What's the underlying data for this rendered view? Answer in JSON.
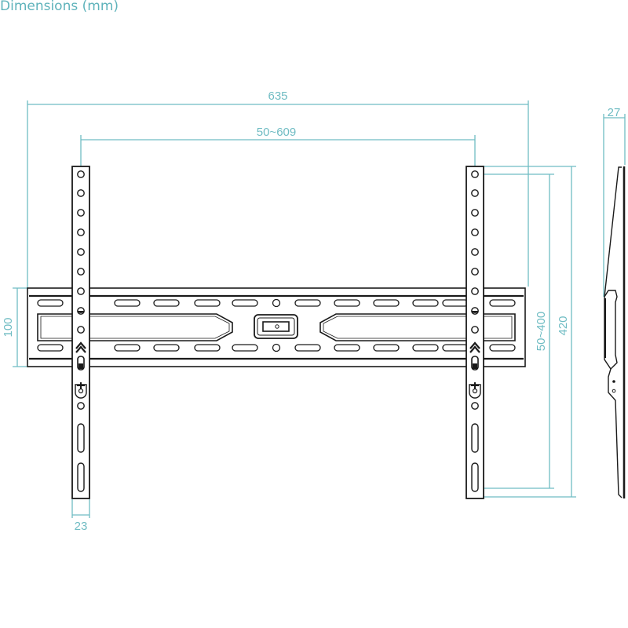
{
  "title": "Dimensions (mm)",
  "colors": {
    "dimension_line": "#6fbcc3",
    "outline": "#1a1a1a",
    "background": "#ffffff"
  },
  "dimensions": {
    "overall_width": "635",
    "vesa_horizontal": "50~609",
    "plate_height": "100",
    "arm_width": "23",
    "vesa_vertical": "50~400",
    "overall_height": "420",
    "depth": "27"
  },
  "views": [
    "front-view",
    "side-view"
  ]
}
